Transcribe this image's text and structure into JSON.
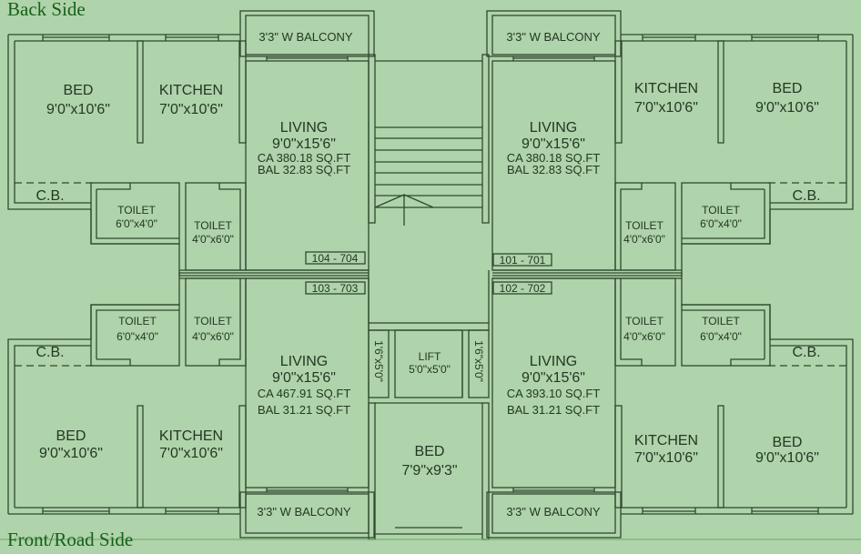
{
  "labels": {
    "back_side": "Back Side",
    "front_side": "Front/Road Side"
  },
  "units": [
    {
      "flat": "104 - 704",
      "bed": {
        "name": "BED",
        "size": "9'0\"x10'6\""
      },
      "kitchen": {
        "name": "KITCHEN",
        "size": "7'0\"x10'6\""
      },
      "living": {
        "name": "LIVING",
        "size": "9'0\"x15'6\"",
        "ca": "CA 380.18 SQ.FT",
        "bal": "BAL 32.83 SQ.FT"
      },
      "balcony": "3'3\" W BALCONY",
      "cb": "C.B.",
      "toilet_a": {
        "name": "TOILET",
        "size": "6'0\"x4'0\""
      },
      "toilet_b": {
        "name": "TOILET",
        "size": "4'0\"x6'0\""
      }
    },
    {
      "flat": "101 - 701",
      "bed": {
        "name": "BED",
        "size": "9'0\"x10'6\""
      },
      "kitchen": {
        "name": "KITCHEN",
        "size": "7'0\"x10'6\""
      },
      "living": {
        "name": "LIVING",
        "size": "9'0\"x15'6\"",
        "ca": "CA 380.18 SQ.FT",
        "bal": "BAL 32.83 SQ.FT"
      },
      "balcony": "3'3\" W BALCONY",
      "cb": "C.B.",
      "toilet_a": {
        "name": "TOILET",
        "size": "6'0\"x4'0\""
      },
      "toilet_b": {
        "name": "TOILET",
        "size": "4'0\"x6'0\""
      }
    },
    {
      "flat": "103 - 703",
      "bed": {
        "name": "BED",
        "size": "9'0\"x10'6\""
      },
      "kitchen": {
        "name": "KITCHEN",
        "size": "7'0\"x10'6\""
      },
      "living": {
        "name": "LIVING",
        "size": "9'0\"x15'6\"",
        "ca": "CA 467.91 SQ.FT",
        "bal": "BAL 31.21 SQ.FT"
      },
      "balcony": "3'3\" W BALCONY",
      "cb": "C.B.",
      "toilet_a": {
        "name": "TOILET",
        "size": "6'0\"x4'0\""
      },
      "toilet_b": {
        "name": "TOILET",
        "size": "4'0\"x6'0\""
      }
    },
    {
      "flat": "102 - 702",
      "bed": {
        "name": "BED",
        "size": "9'0\"x10'6\""
      },
      "kitchen": {
        "name": "KITCHEN",
        "size": "7'0\"x10'6\""
      },
      "living": {
        "name": "LIVING",
        "size": "9'0\"x15'6\"",
        "ca": "CA 393.10 SQ.FT",
        "bal": "BAL 31.21 SQ.FT"
      },
      "balcony": "3'3\" W BALCONY",
      "cb": "C.B.",
      "toilet_a": {
        "name": "TOILET",
        "size": "6'0\"x4'0\""
      },
      "toilet_b": {
        "name": "TOILET",
        "size": "4'0\"x6'0\""
      }
    }
  ],
  "core": {
    "lift": {
      "name": "LIFT",
      "size": "5'0\"x5'0\""
    },
    "shaft_left": "1'6\"x5'0\"",
    "shaft_right": "1'6\"x5'0\"",
    "bed": {
      "name": "BED",
      "size": "7'9\"x9'3\""
    }
  }
}
